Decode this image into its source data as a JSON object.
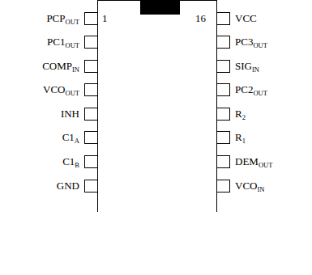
{
  "diagram": {
    "labels": [
      "1",
      "16",
      "PCP",
      "OUT",
      "PC1",
      "OUT",
      "COMP",
      "IN",
      "VCO",
      "OUT",
      "INH",
      "C1",
      "A",
      "C1",
      "B",
      "GND",
      "VCC",
      "PC3",
      "OUT",
      "SIG",
      "IN",
      "PC2",
      "OUT",
      "R",
      "2",
      "R",
      "1",
      "DEM",
      "OUT",
      "VCO",
      "IN"
    ]
  }
}
